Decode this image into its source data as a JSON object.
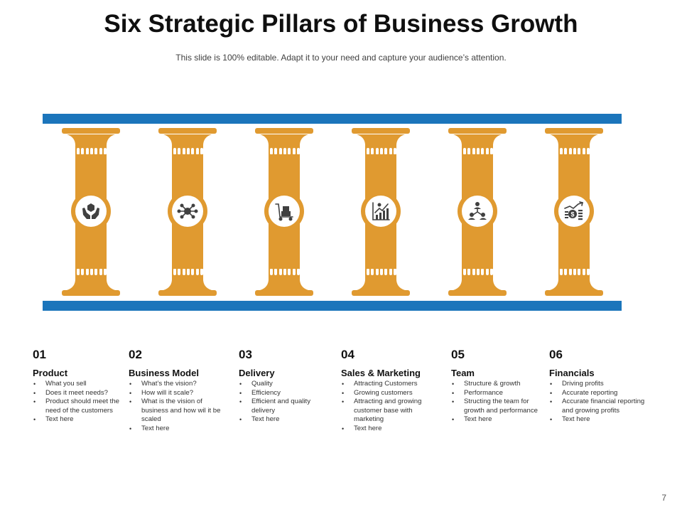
{
  "slide": {
    "title": "Six Strategic Pillars of Business Growth",
    "subtitle": "This slide is 100% editable. Adapt it to your need and capture your audience’s attention.",
    "page_number": "7"
  },
  "colors": {
    "beam": "#1b75bb",
    "pillar": "#e09a30",
    "pillar_dark": "#c98a22",
    "icon": "#404040"
  },
  "pillars": [
    {
      "number": "01",
      "heading": "Product",
      "icon": "hands-box-icon",
      "bullets": [
        "What you sell",
        "Does it meet needs?",
        "Product should meet the need of the customers",
        "Text here"
      ]
    },
    {
      "number": "02",
      "heading": "Business Model",
      "icon": "network-icon",
      "bullets": [
        "What’s the vision?",
        "How will it scale?",
        "What is the vision of business and how wil it be scaled",
        "Text here"
      ]
    },
    {
      "number": "03",
      "heading": "Delivery",
      "icon": "hand-truck-icon",
      "bullets": [
        "Quality",
        "Efficiency",
        "Efficient and quality delivery",
        "Text here"
      ]
    },
    {
      "number": "04",
      "heading": "Sales & Marketing",
      "icon": "growth-chart-icon",
      "bullets": [
        "Attracting Customers",
        "Growing customers",
        "Attracting and growing customer base with marketing",
        "Text here"
      ]
    },
    {
      "number": "05",
      "heading": "Team",
      "icon": "team-icon",
      "bullets": [
        "Structure & growth",
        "Performance",
        "Structing the team for growth and performance",
        "Text here"
      ]
    },
    {
      "number": "06",
      "heading": "Financials",
      "icon": "financial-growth-icon",
      "bullets": [
        "Driving profits",
        "Accurate reporting",
        "Accurate financial reporting and growing profits",
        "Text here"
      ]
    }
  ]
}
